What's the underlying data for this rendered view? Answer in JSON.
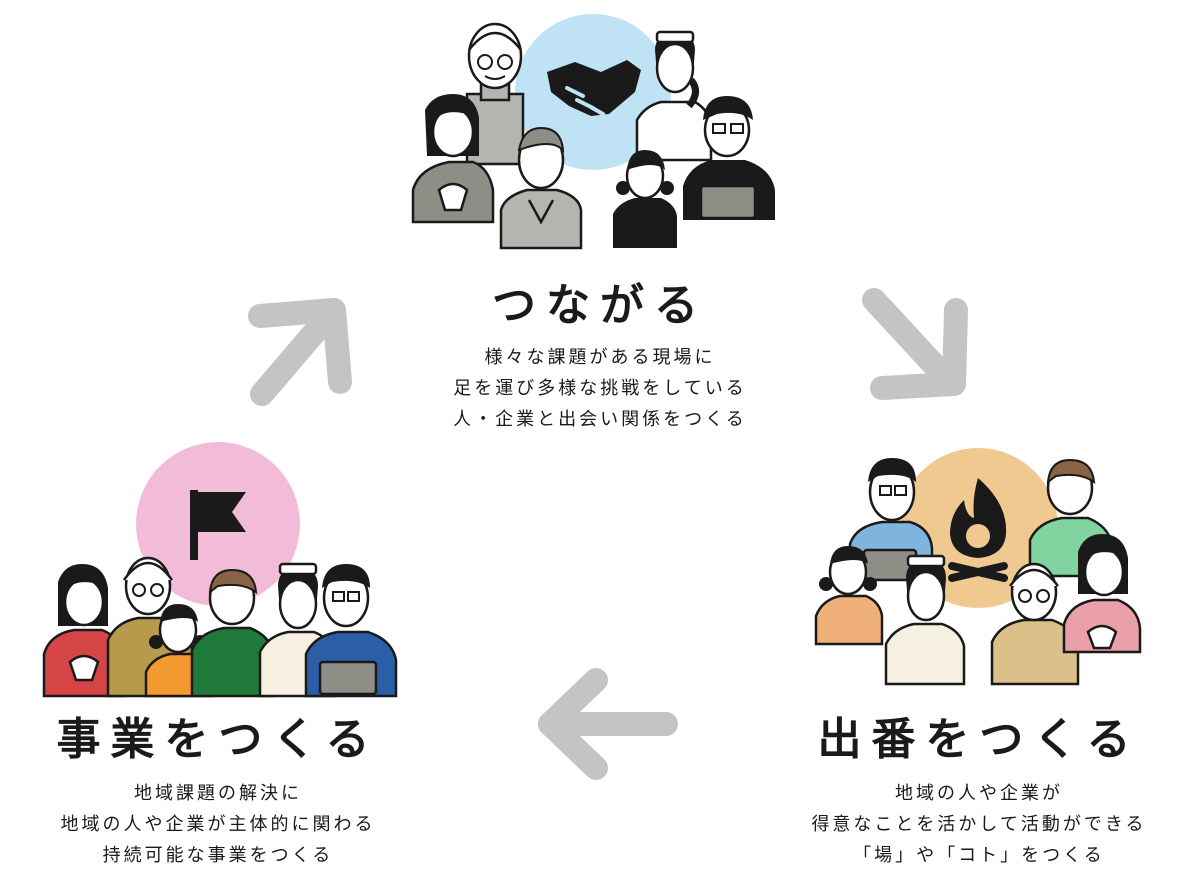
{
  "cycle": {
    "connect": {
      "title": "つながる",
      "lines": [
        "様々な課題がある現場に",
        "足を運び多様な挑戦をしている",
        "人・企業と出会い関係をつくる"
      ],
      "icon": "handshake-icon",
      "circle_color": "#bfe3f4"
    },
    "stage": {
      "title": "出番をつくる",
      "lines": [
        "地域の人や企業が",
        "得意なことを活かして活動ができる",
        "「場」や「コト」をつくる"
      ],
      "icon": "campfire-icon",
      "circle_color": "#efc98f"
    },
    "business": {
      "title": "事業をつくる",
      "lines": [
        "地域課題の解決に",
        "地域の人や企業が主体的に関わる",
        "持続可能な事業をつくる"
      ],
      "icon": "flag-icon",
      "circle_color": "#f2bcd8"
    }
  },
  "colors": {
    "arrow": "#c4c4c4",
    "ink": "#1a1a1a",
    "gray_shirt": "#b5b5b0"
  }
}
